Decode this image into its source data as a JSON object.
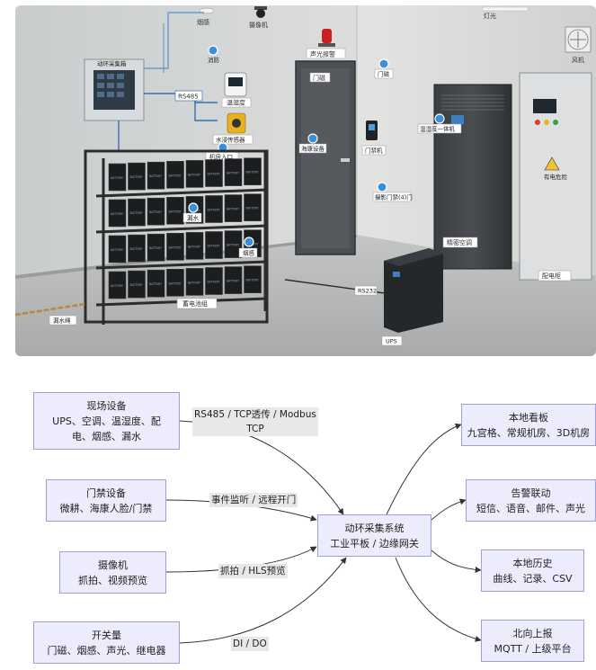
{
  "room": {
    "labels": {
      "smoke": "烟感",
      "camera": "摄像机",
      "light": "灯光",
      "fire": "消防",
      "alarm": "声光报警",
      "door_sensor_pin": "门磁",
      "fan": "风机",
      "cabinet": "动环采集箱",
      "rs485": "RS485",
      "thermo": "温湿度",
      "door_label": "门磁",
      "sensor_pin": "海康设备",
      "ac_pin": "温湿度一体机",
      "waterleak_sensor": "水浸传感器",
      "entry": "机房入口",
      "access_control": "门禁机",
      "door_lock": "摄影门禁(4)门",
      "water_leak": "漏水",
      "smoke_pin": "烟感",
      "precision_ac": "精密空调",
      "battery_group": "蓄电池组",
      "rs232": "RS232",
      "ups": "UPS",
      "water_pipe": "漏水绳",
      "power_cabinet": "配电柜",
      "high_voltage": "有电危险",
      "battery_text": "BATTERY"
    }
  },
  "flow": {
    "nodes": {
      "field": {
        "title": "现场设备",
        "line1": "UPS、空调、温湿度、配",
        "line2": "电、烟感、漏水"
      },
      "access": {
        "title": "门禁设备",
        "line1": "微耕、海康人脸/门禁"
      },
      "camera": {
        "title": "摄像机",
        "line1": "抓拍、视频预览"
      },
      "switch": {
        "title": "开关量",
        "line1": "门磁、烟感、声光、继电器"
      },
      "center": {
        "title": "动环采集系统",
        "line1": "工业平板 / 边缘网关"
      },
      "board": {
        "title": "本地看板",
        "line1": "九宫格、常规机房、3D机房"
      },
      "alarm": {
        "title": "告警联动",
        "line1": "短信、语音、邮件、声光"
      },
      "history": {
        "title": "本地历史",
        "line1": "曲线、记录、CSV"
      },
      "north": {
        "title": "北向上报",
        "line1": "MQTT / 上级平台"
      }
    },
    "edges": {
      "e1_line1": "RS485 / TCP透传 / Modbus",
      "e1_line2": "TCP",
      "e2": "事件监听 / 远程开门",
      "e3": "抓拍 / HLS预览",
      "e4": "DI / DO"
    },
    "colors": {
      "node_fill": "#ececfd",
      "node_border": "#9e9ed8",
      "edge": "#333333",
      "label_bg": "#e8e8e8"
    }
  }
}
